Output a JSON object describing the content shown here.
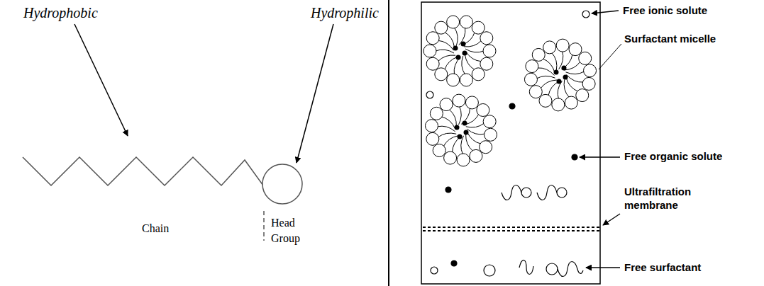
{
  "diagram": {
    "labels": [
      "Hydrophobic",
      "Hydrophilic",
      "Chain",
      "Head Group",
      "Free ionic solute",
      "Surfactant micelle",
      "Free organic solute",
      "Ultrafiltration membrane",
      "Free surfactant"
    ]
  }
}
